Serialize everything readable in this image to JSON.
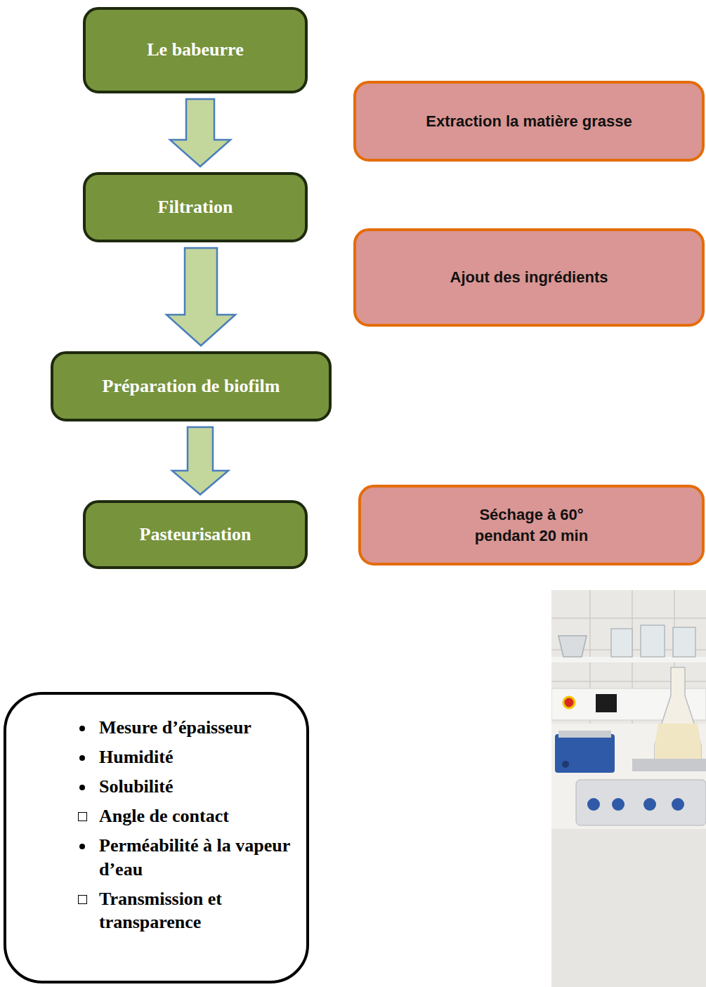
{
  "diagram": {
    "nodes": [
      {
        "text": [
          "Le babeurre"
        ]
      },
      {
        "text": [
          "Extraction la matière grasse"
        ]
      },
      {
        "text": [
          "Filtration"
        ]
      },
      {
        "text": [
          "Ajout des ingrédients"
        ]
      },
      {
        "text": [
          "Préparation de biofilm"
        ]
      },
      {
        "text": [
          "Pasteurisation"
        ]
      },
      {
        "text": [
          "Séchage à 60° pendant 20 min"
        ]
      },
      {
        "text": [
          "Mesure d’épaisseur",
          "Humidité",
          "Solubilité",
          "Angle de contact",
          "Perméabilité à la vapeur d’eau",
          "Transmission et transparence"
        ]
      }
    ],
    "edges": [
      {
        "from": 0,
        "to": 2,
        "arrow": "to"
      },
      {
        "from": 2,
        "to": 4,
        "arrow": "to"
      },
      {
        "from": 4,
        "to": 5,
        "arrow": "to"
      }
    ]
  }
}
